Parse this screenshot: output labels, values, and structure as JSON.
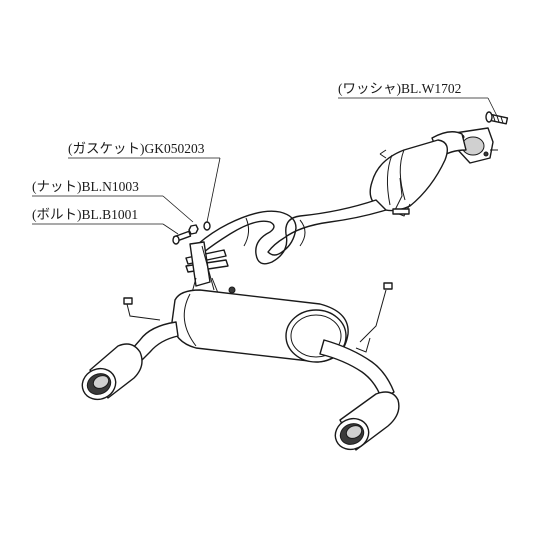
{
  "parts": {
    "washer": "(ワッシャ)BL.W1702",
    "gasket": "(ガスケット)GK050203",
    "nut": "(ナット)BL.N1003",
    "bolt": "(ボルト)BL.B1001"
  }
}
